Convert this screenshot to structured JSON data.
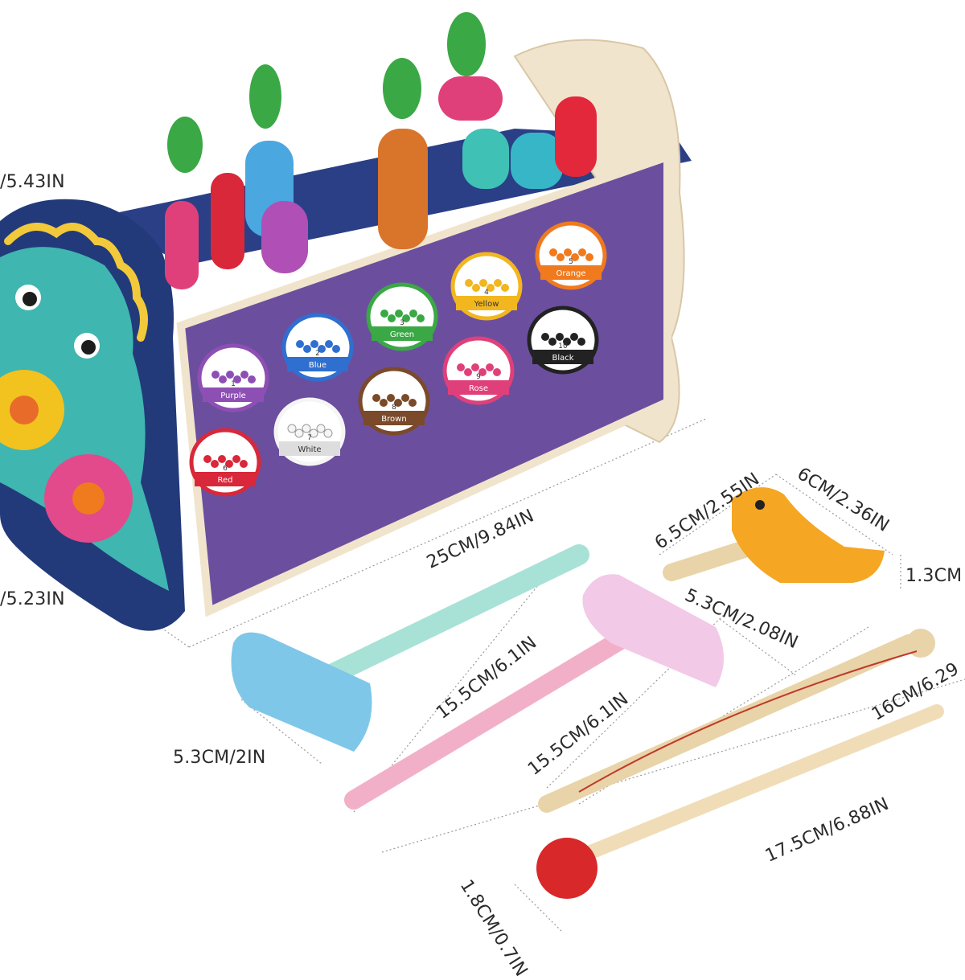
{
  "dimensions": {
    "height_partial": "/5.43IN",
    "depth_partial": "/5.23IN",
    "box_length": "25CM/9.84IN",
    "hammer_head_length": "5.3CM/2IN",
    "blue_hammer_length": "15.5CM/6.1IN",
    "pink_hammer_length": "15.5CM/6.1IN",
    "pink_head_length": "5.3CM/2.08IN",
    "bird_length": "6.5CM/2.55IN",
    "bird_width": "6CM/2.36IN",
    "bird_height": "1.3CM",
    "fishing_rod_length": "16CM/6.29",
    "mallet_length": "17.5CM/6.88IN",
    "mallet_ball": "1.8CM/0.7IN"
  },
  "bead_slots": [
    {
      "number": "1",
      "name": "Purple",
      "color": "#8e4fb5"
    },
    {
      "number": "2",
      "name": "Blue",
      "color": "#2f6fd0"
    },
    {
      "number": "3",
      "name": "Green",
      "color": "#3aa845"
    },
    {
      "number": "4",
      "name": "Yellow",
      "color": "#f2b61f"
    },
    {
      "number": "5",
      "name": "Orange",
      "color": "#f07a1e"
    },
    {
      "number": "6",
      "name": "Red",
      "color": "#d8283a"
    },
    {
      "number": "7",
      "name": "White",
      "color": "#f5f5f5"
    },
    {
      "number": "8",
      "name": "Brown",
      "color": "#7a4a2a"
    },
    {
      "number": "9",
      "name": "Rose",
      "color": "#e0407a"
    },
    {
      "number": "10",
      "name": "Black",
      "color": "#222222"
    }
  ],
  "colors": {
    "wood": "#f1e4cc",
    "maze_purple": "#6b4f9e",
    "dino_teal": "#3fb6b0",
    "navy": "#223a7a"
  }
}
